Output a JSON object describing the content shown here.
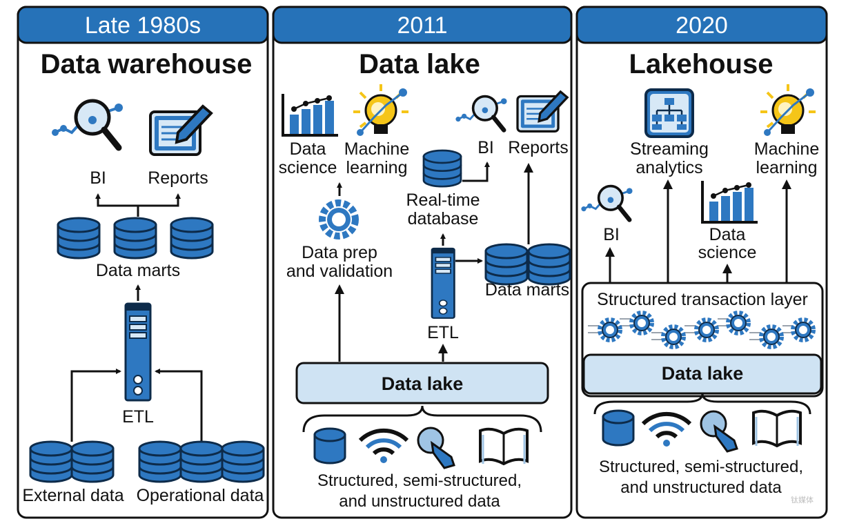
{
  "panels": [
    {
      "era": "Late 1980s",
      "title": "Data warehouse",
      "labels": {
        "bi": "BI",
        "reports": "Reports",
        "data_marts": "Data marts",
        "etl": "ETL",
        "external_data": "External data",
        "operational_data": "Operational data"
      }
    },
    {
      "era": "2011",
      "title": "Data lake",
      "labels": {
        "data_science_1": "Data",
        "data_science_2": "science",
        "ml_1": "Machine",
        "ml_2": "learning",
        "bi": "BI",
        "reports": "Reports",
        "realtime_1": "Real-time",
        "realtime_2": "database",
        "prep_1": "Data prep",
        "prep_2": "and validation",
        "etl": "ETL",
        "data_marts": "Data marts",
        "data_lake": "Data lake",
        "sources_1": "Structured, semi-structured,",
        "sources_2": "and unstructured data"
      }
    },
    {
      "era": "2020",
      "title": "Lakehouse",
      "labels": {
        "streaming_1": "Streaming",
        "streaming_2": "analytics",
        "ml_1": "Machine",
        "ml_2": "learning",
        "bi": "BI",
        "data_science_1": "Data",
        "data_science_2": "science",
        "transaction_layer": "Structured transaction layer",
        "data_lake": "Data lake",
        "sources_1": "Structured, semi-structured,",
        "sources_2": "and unstructured data"
      }
    }
  ],
  "watermark": "钛媒体",
  "colors": {
    "header_blue": "#2672b8",
    "icon_blue": "#2e78c1",
    "lake_fill": "#cfe3f3",
    "line_dark": "#111111",
    "bulb_yellow": "#f5c518"
  }
}
